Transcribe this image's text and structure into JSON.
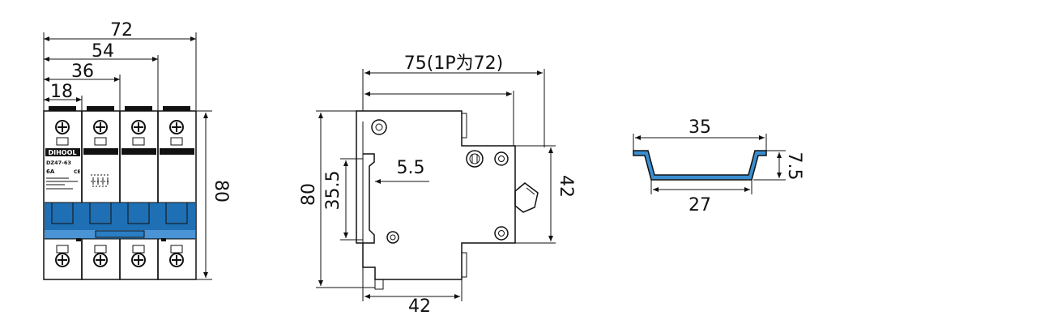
{
  "front_view": {
    "width_72": "72",
    "width_54": "54",
    "width_36": "36",
    "width_18": "18",
    "height_80": "80",
    "brand": "DIHOOL",
    "model": "DZ47-63",
    "rating": "6A",
    "mark": "CE"
  },
  "side_view": {
    "width_75": "75(1P为72)",
    "height_80": "80",
    "height_35_5": "35.5",
    "dim_5_5": "5.5",
    "height_42": "42",
    "bottom_42": "42"
  },
  "rail": {
    "top_35": "35",
    "bottom_27": "27",
    "height_7_5": "7.5"
  },
  "colors": {
    "blue": "#1f6fb4",
    "rail_fill": "#3a8ed0",
    "line": "#111111"
  }
}
